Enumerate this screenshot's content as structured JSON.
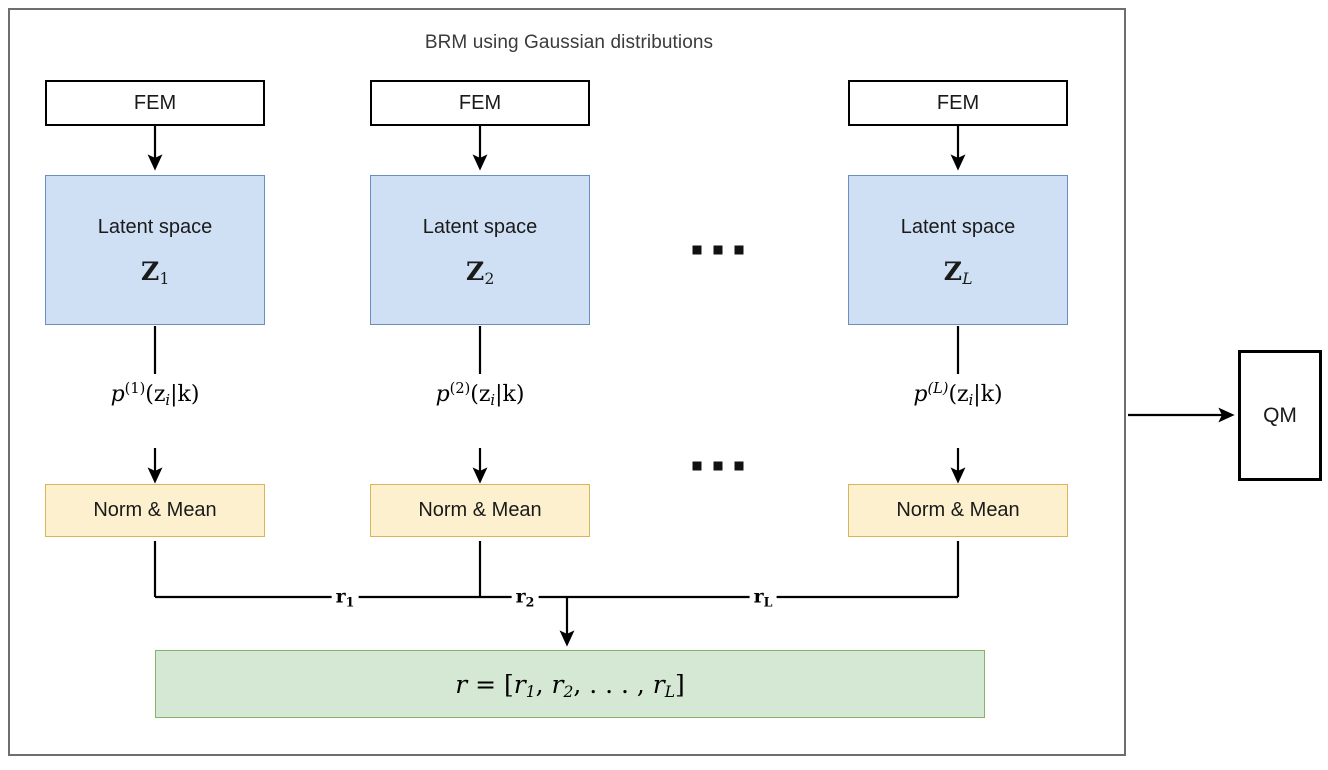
{
  "diagram": {
    "title": "BRM using Gaussian distributions",
    "type": "block-flow-diagram",
    "colors": {
      "frame_border": "#6e6e6e",
      "latent_fill": "#cfe0f5",
      "latent_border": "#6c8ebf",
      "norm_fill": "#fdf0ce",
      "norm_border": "#d6b656",
      "vector_fill": "#d5e8d4",
      "vector_border": "#82b366",
      "box_border": "#000000",
      "background": "#ffffff"
    }
  },
  "columns": [
    {
      "index": 1,
      "fem_label": "FEM",
      "latent_label": "Latent space",
      "latent_symbol_base": "Z",
      "latent_symbol_sub": "1",
      "latent_symbol_sub_italic": false,
      "prob_base": "p",
      "prob_sup": "(1)",
      "prob_sup_italic": false,
      "prob_args": "(z",
      "prob_arg_sub": "i",
      "prob_cond": "|k)",
      "norm_label": "Norm & Mean",
      "r_base": "r",
      "r_sub": "1"
    },
    {
      "index": 2,
      "fem_label": "FEM",
      "latent_label": "Latent space",
      "latent_symbol_base": "Z",
      "latent_symbol_sub": "2",
      "latent_symbol_sub_italic": false,
      "prob_base": "p",
      "prob_sup": "(2)",
      "prob_sup_italic": false,
      "prob_args": "(z",
      "prob_arg_sub": "i",
      "prob_cond": "|k)",
      "norm_label": "Norm & Mean",
      "r_base": "r",
      "r_sub": "2"
    },
    {
      "index": 3,
      "fem_label": "FEM",
      "latent_label": "Latent space",
      "latent_symbol_base": "Z",
      "latent_symbol_sub": "L",
      "latent_symbol_sub_italic": true,
      "prob_base": "p",
      "prob_sup": "(L)",
      "prob_sup_italic": true,
      "prob_args": "(z",
      "prob_arg_sub": "i",
      "prob_cond": "|k)",
      "norm_label": "Norm & Mean",
      "r_base": "r",
      "r_sub": "L"
    }
  ],
  "ellipsis": {
    "glyph": "dots-three-squares",
    "count": 3
  },
  "vector_box": {
    "lhs": "r",
    "equals": " = [",
    "items": [
      {
        "base": "r",
        "sub": "1"
      },
      {
        "base": "r",
        "sub": "2"
      }
    ],
    "dots": ", . . . , ",
    "last": {
      "base": "r",
      "sub": "L"
    },
    "close": "]",
    "full_text": "r = [r1, r2, . . . , rL]"
  },
  "output_node": {
    "label": "QM"
  }
}
